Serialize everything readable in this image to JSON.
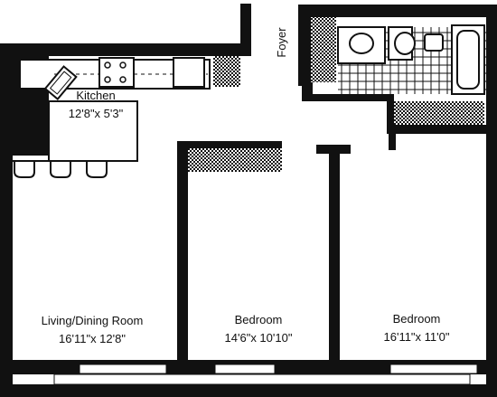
{
  "rooms": [
    {
      "id": "kitchen",
      "name": "Kitchen",
      "dimensions": "12'8\"x 5'3\""
    },
    {
      "id": "living",
      "name": "Living/Dining Room",
      "dimensions": "16'11\"x 12'8\""
    },
    {
      "id": "bedroom-1",
      "name": "Bedroom",
      "dimensions": "14'6\"x 10'10\""
    },
    {
      "id": "bedroom-2",
      "name": "Bedroom",
      "dimensions": "16'11\"x 11'0\""
    }
  ],
  "foyer": {
    "label": "Foyer"
  },
  "colors": {
    "wall": "#111111",
    "background": "#ffffff"
  }
}
